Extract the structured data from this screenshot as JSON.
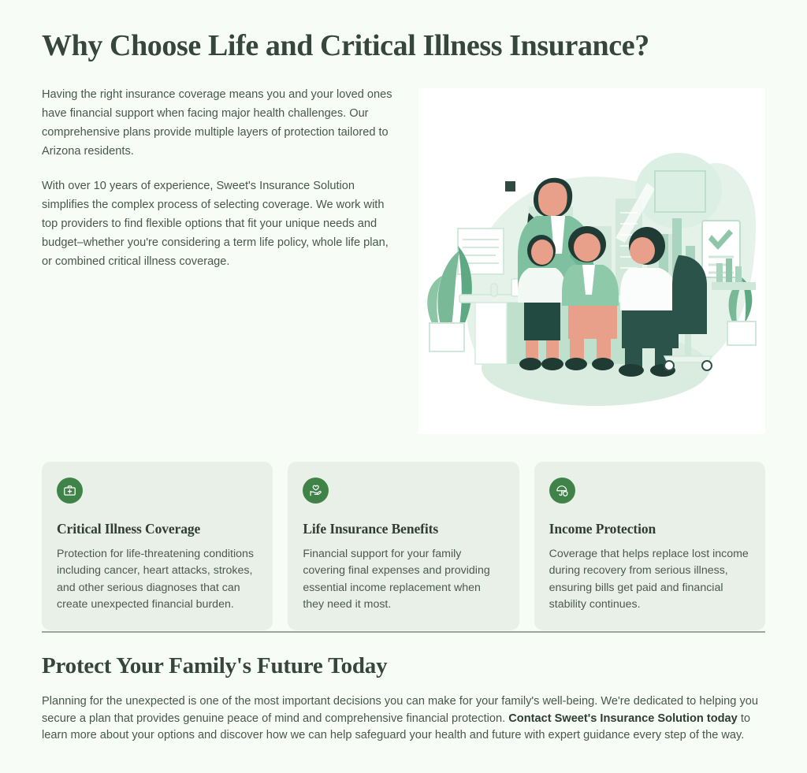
{
  "theme": {
    "page_bg": "#f7fcf7",
    "heading_color": "#36463c",
    "body_color": "#48574c",
    "card_bg": "#e9f0e7",
    "accent": "#3f8348",
    "divider": "#9aa79c",
    "panel_bg": "#ffffff"
  },
  "hero": {
    "title": "Why Choose Life and Critical Illness Insurance?",
    "paragraphs": [
      "Having the right insurance coverage means you and your loved ones have financial support when facing major health challenges. Our comprehensive plans provide multiple layers of protection tailored to Arizona residents.",
      "With over 10 years of experience, Sweet's Insurance Solution simplifies the complex process of selecting coverage. We work with top providers to find flexible options that fit your unique needs and budget–whether you're considering a term life policy, whole life plan, or combined critical illness coverage."
    ],
    "illustration_alt": "Insurance advisor meeting with a family at an office desk"
  },
  "features": [
    {
      "icon": "first-aid-kit-icon",
      "title": "Critical Illness Coverage",
      "body": "Protection for life-threatening conditions including cancer, heart attacks, strokes, and other serious diagnoses that can create unexpected financial burden."
    },
    {
      "icon": "hand-holding-heart-icon",
      "title": "Life Insurance Benefits",
      "body": "Financial support for your family covering final expenses and providing essential income replacement when they need it most."
    },
    {
      "icon": "umbrella-shield-icon",
      "title": "Income Protection",
      "body": "Coverage that helps replace lost income during recovery from serious illness, ensuring bills get paid and financial stability continues."
    }
  ],
  "cta": {
    "title": "Protect Your Family's Future Today",
    "body_before": "Planning for the unexpected is one of the most important decisions you can make for your family's well-being. We're dedicated to helping you secure a plan that provides genuine peace of mind and comprehensive financial protection. ",
    "body_bold": "Contact Sweet's Insurance Solution today",
    "body_after": " to learn more about your options and discover how we can help safeguard your health and future with expert guidance every step of the way."
  }
}
